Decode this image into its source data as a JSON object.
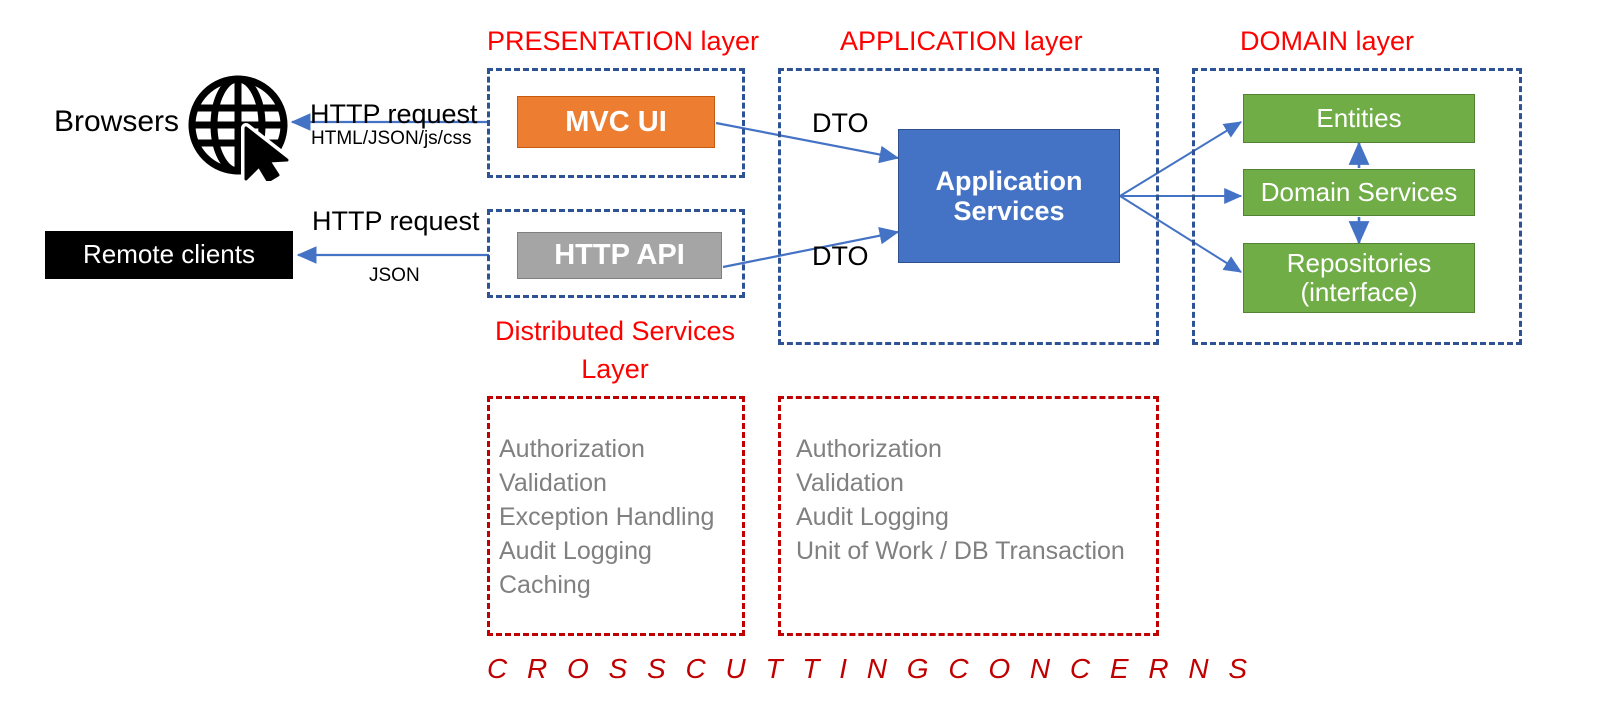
{
  "diagram": {
    "title_footer": "C R O S S    C U T T I N G    C O N C E R N S",
    "colors": {
      "presentation_accent": "#ED7D31",
      "api_accent": "#A5A5A5",
      "application_accent": "#4472C4",
      "domain_accent": "#70AD47",
      "layer_border": "#2E5395",
      "crosscut_border": "#C00000",
      "caption_red": "#FF0000",
      "client_box": "#000000",
      "arrow": "#4472C4",
      "crosscut_text": "#808080"
    }
  },
  "layers": {
    "presentation": {
      "caption": "PRESENTATION layer"
    },
    "application": {
      "caption": "APPLICATION layer"
    },
    "domain": {
      "caption": "DOMAIN layer"
    }
  },
  "clients": {
    "browsers_label": "Browsers",
    "remote_label": "Remote clients",
    "globe_icon": "globe-cursor-icon"
  },
  "connectors": {
    "browser_request": "HTTP request",
    "browser_response": "HTML/JSON/js/css",
    "remote_request": "HTTP request",
    "remote_response": "JSON",
    "dto_upper": "DTO",
    "dto_lower": "DTO"
  },
  "components": {
    "mvc_ui": "MVC UI",
    "http_api": "HTTP API",
    "application_services": "Application\nServices",
    "application_services_line1": "Application",
    "application_services_line2": "Services",
    "entities": "Entities",
    "domain_services": "Domain Services",
    "repositories_line1": "Repositories",
    "repositories_line2": "(interface)"
  },
  "crosscutting": {
    "distributed_caption_line1": "Distributed Services",
    "distributed_caption_line2": "Layer",
    "distributed_items": [
      "Authorization",
      "Validation",
      "Exception Handling",
      "Audit Logging",
      "Caching"
    ],
    "application_items": [
      "Authorization",
      "Validation",
      "Audit Logging",
      "Unit of Work / DB Transaction"
    ]
  }
}
